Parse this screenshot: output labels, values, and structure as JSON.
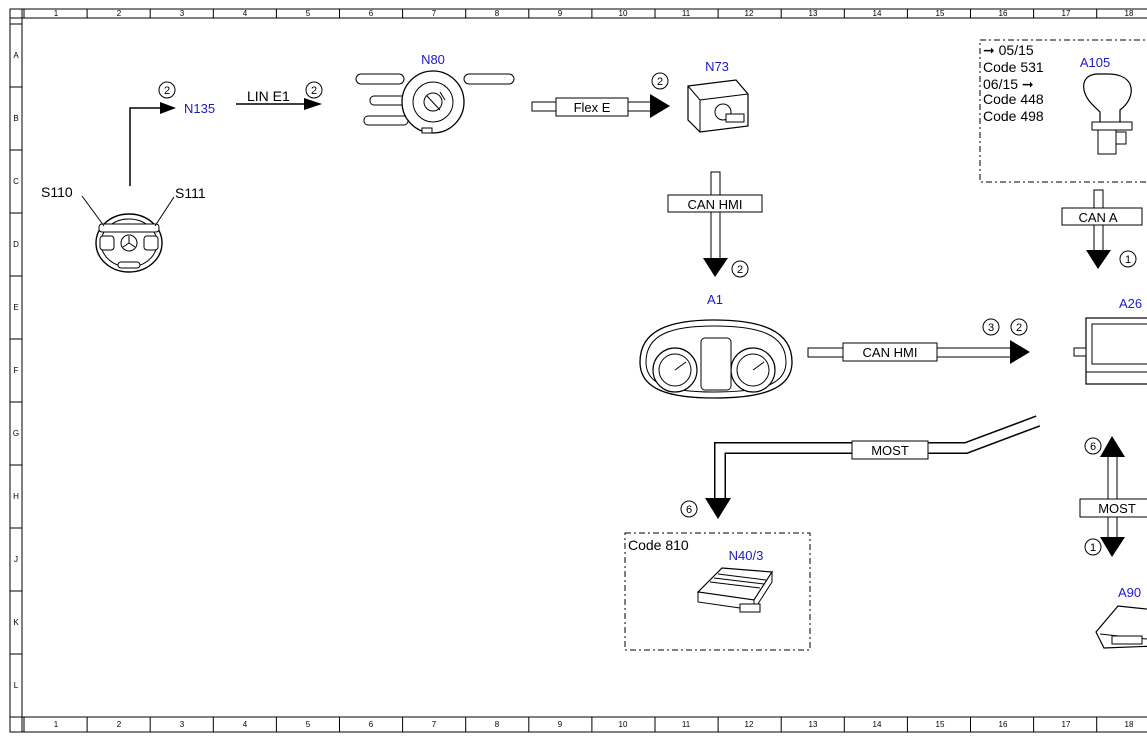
{
  "grid": {
    "columns": [
      "1",
      "2",
      "3",
      "4",
      "5",
      "6",
      "7",
      "8",
      "9",
      "10",
      "11",
      "12",
      "13",
      "14",
      "15",
      "16",
      "17",
      "18"
    ],
    "rows": [
      "A",
      "B",
      "C",
      "D",
      "E",
      "F",
      "G",
      "H",
      "J",
      "K",
      "L"
    ]
  },
  "components": {
    "n135": "N135",
    "n80": "N80",
    "n73": "N73",
    "a105": "A105",
    "a1": "A1",
    "a26": "A26",
    "n40_3": "N40/3",
    "a90": "A90",
    "s110": "S110",
    "s111": "S111"
  },
  "buses": {
    "lin_e1": "LIN E1",
    "flex_e": "Flex E",
    "can_hmi_1": "CAN HMI",
    "can_hmi_2": "CAN HMI",
    "can_a": "CAN A",
    "most_1": "MOST",
    "most_2": "MOST"
  },
  "markers": {
    "m_n135": "2",
    "m_lin": "2",
    "m_n73": "2",
    "m_canhmi_down": "2",
    "m_a26_3": "3",
    "m_a26_2": "2",
    "m_cana": "1",
    "m_n40": "6",
    "m_most_up": "6",
    "m_most_down": "1"
  },
  "notes": {
    "a105_box": [
      "➞ 05/15",
      "Code 531",
      "06/15 ➞",
      "Code 448",
      "Code 498"
    ],
    "n40_box": "Code 810"
  },
  "colors": {
    "component_label": "#1a1acc",
    "line": "#000000"
  }
}
